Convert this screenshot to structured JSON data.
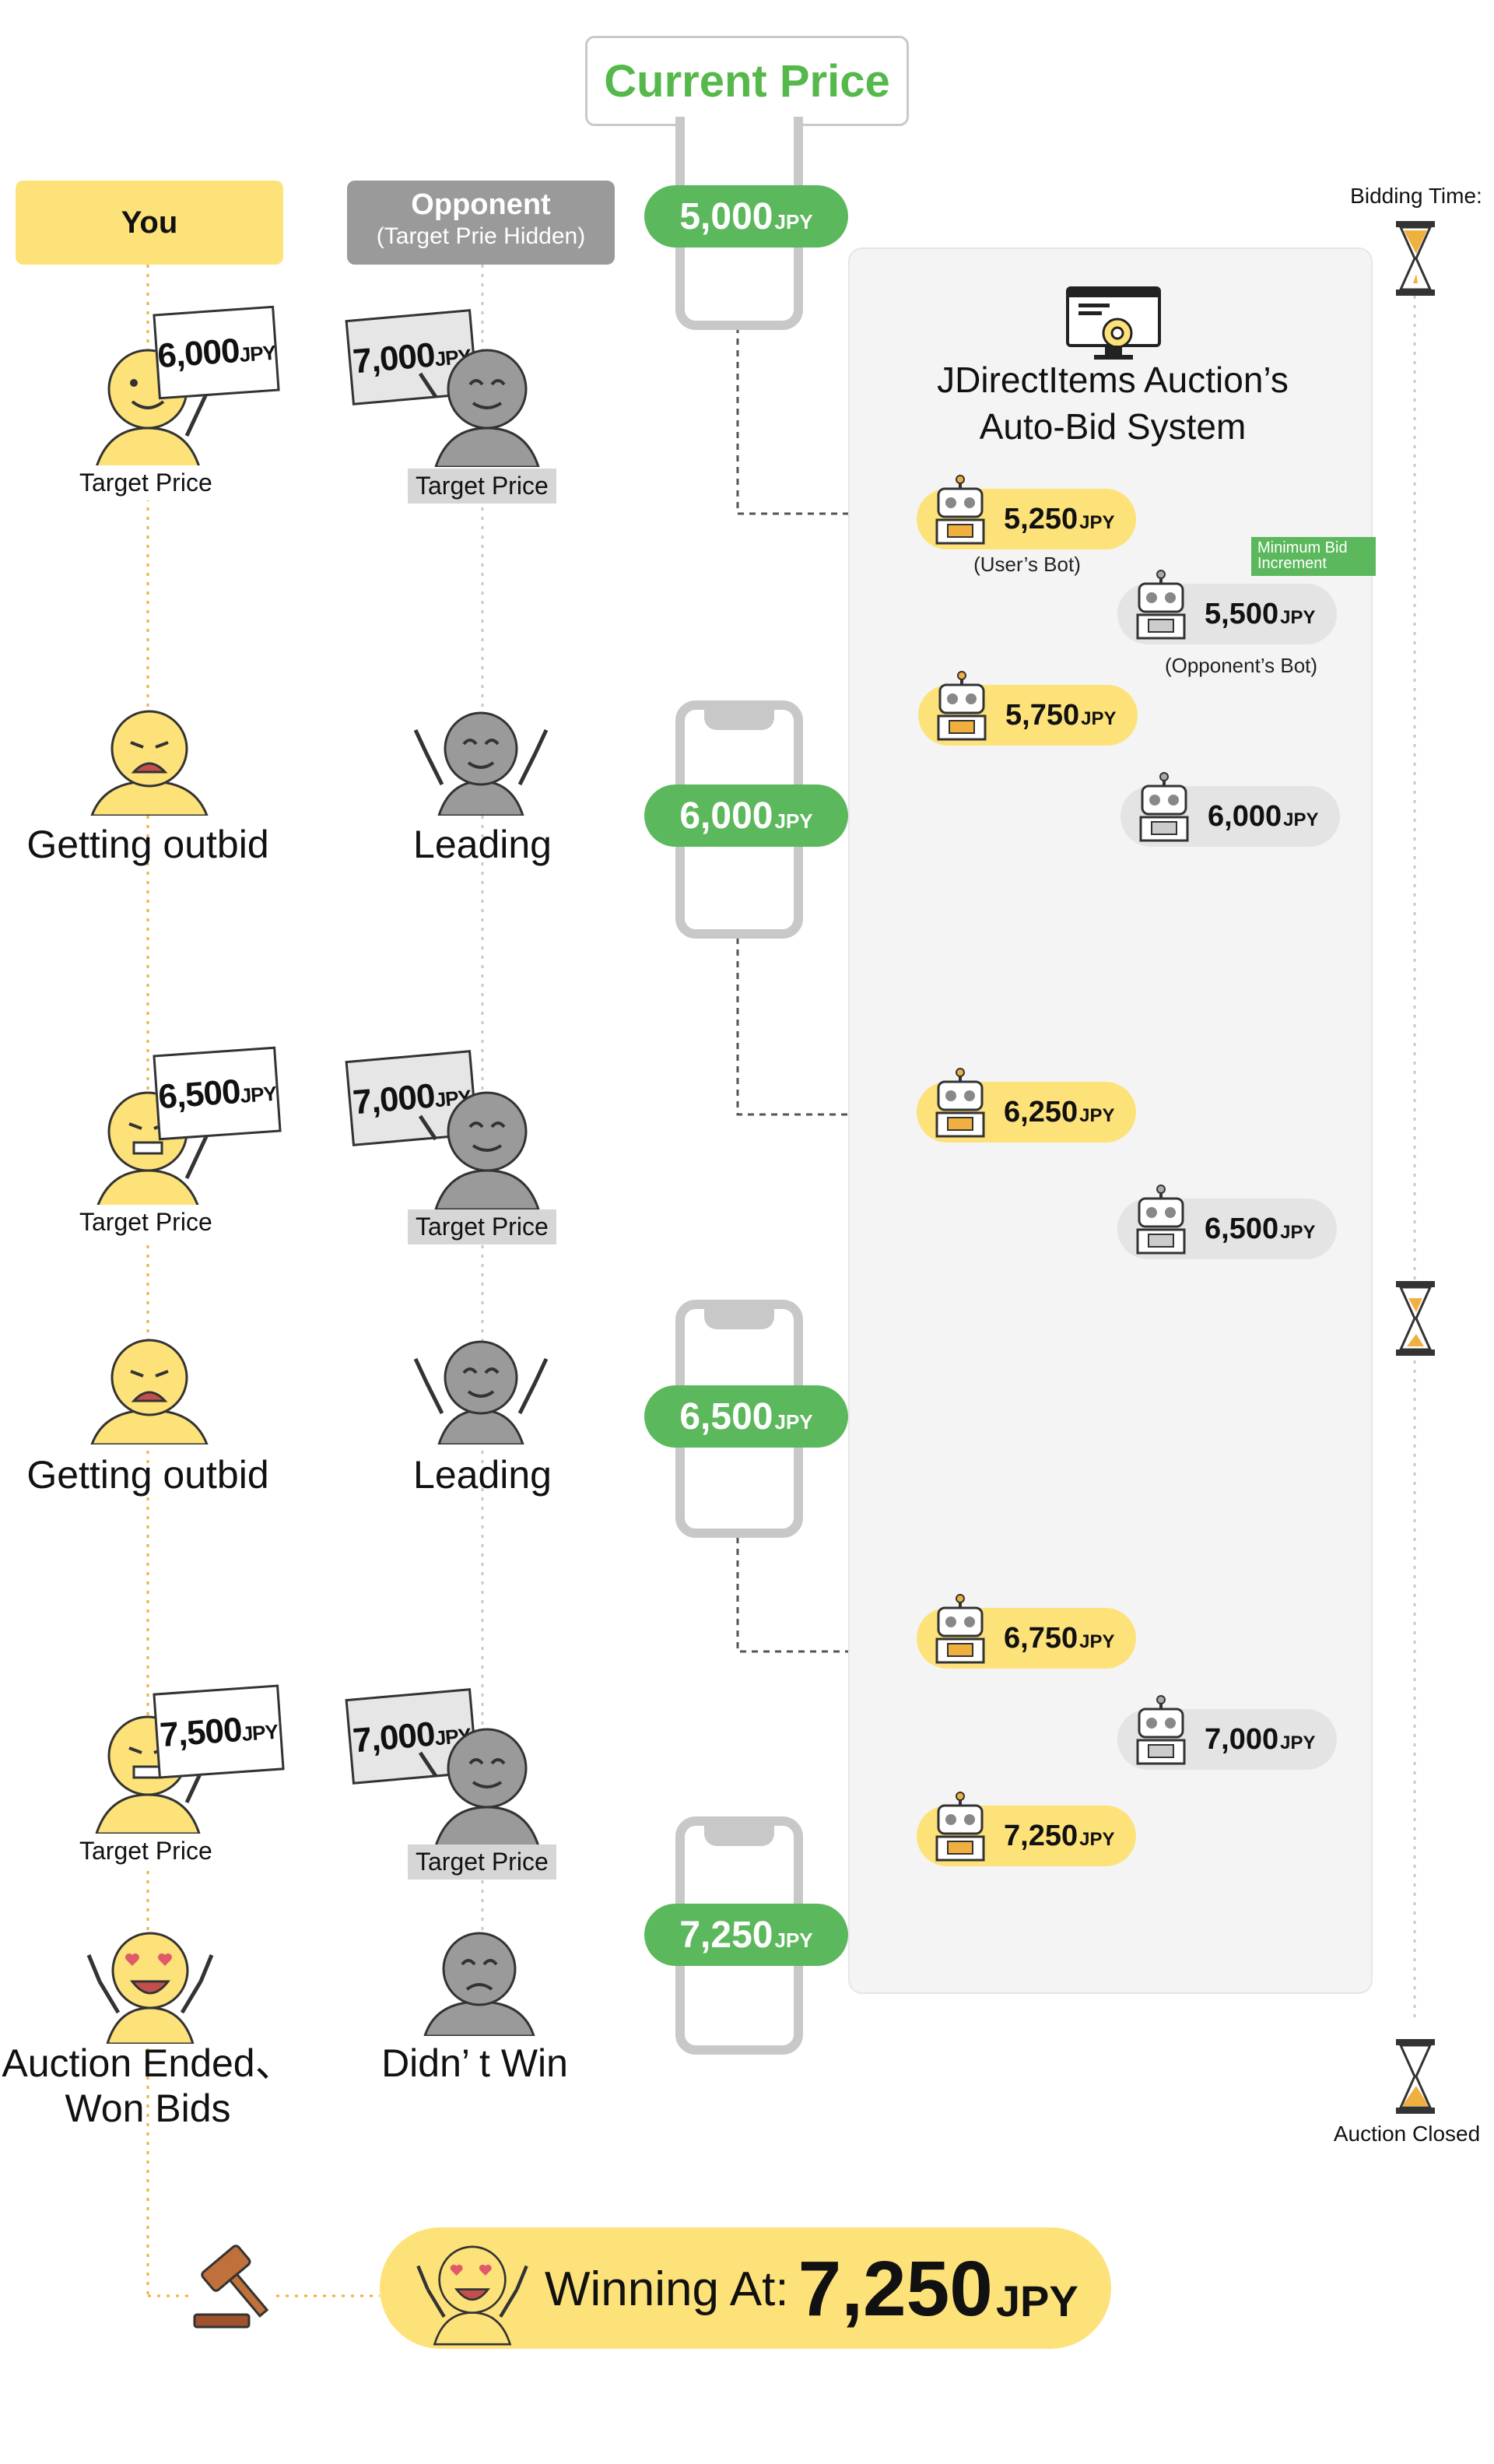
{
  "header": {
    "you": "You",
    "opponent": "Opponent",
    "opponent_sub": "(Target Prie Hidden)",
    "current_price": "Current Price",
    "bidding_time": "Bidding Time:",
    "auction_closed": "Auction Closed"
  },
  "unit": "JPY",
  "system": {
    "title_line1": "JDirectItems Auction’s",
    "title_line2": "Auto-Bid System",
    "users_bot": "(User’s Bot)",
    "opponents_bot": "(Opponent’s Bot)",
    "min_increment": "Minimum Bid Increment"
  },
  "current_prices": [
    "5,000",
    "6,000",
    "6,500",
    "7,250"
  ],
  "bids": [
    {
      "who": "user",
      "amount": "5,250"
    },
    {
      "who": "opponent",
      "amount": "5,500"
    },
    {
      "who": "user",
      "amount": "5,750"
    },
    {
      "who": "opponent",
      "amount": "6,000"
    },
    {
      "who": "user",
      "amount": "6,250"
    },
    {
      "who": "opponent",
      "amount": "6,500"
    },
    {
      "who": "user",
      "amount": "6,750"
    },
    {
      "who": "opponent",
      "amount": "7,000"
    },
    {
      "who": "user",
      "amount": "7,250"
    }
  ],
  "rounds": {
    "you_targets": [
      "6,000",
      "6,500",
      "7,500"
    ],
    "opp_target": "7,000",
    "target_price_label": "Target Price",
    "getting_outbid": "Getting outbid",
    "leading": "Leading",
    "won_line1": "Auction Ended、",
    "won_line2": "Won Bids",
    "didnt_win": "Didn’ t Win"
  },
  "winning": {
    "label": "Winning At:",
    "amount": "7,250"
  },
  "colors": {
    "yellow": "#fde27a",
    "green": "#5cb85c",
    "gray": "#9a9a9a",
    "orange_dot": "#f0b040"
  }
}
